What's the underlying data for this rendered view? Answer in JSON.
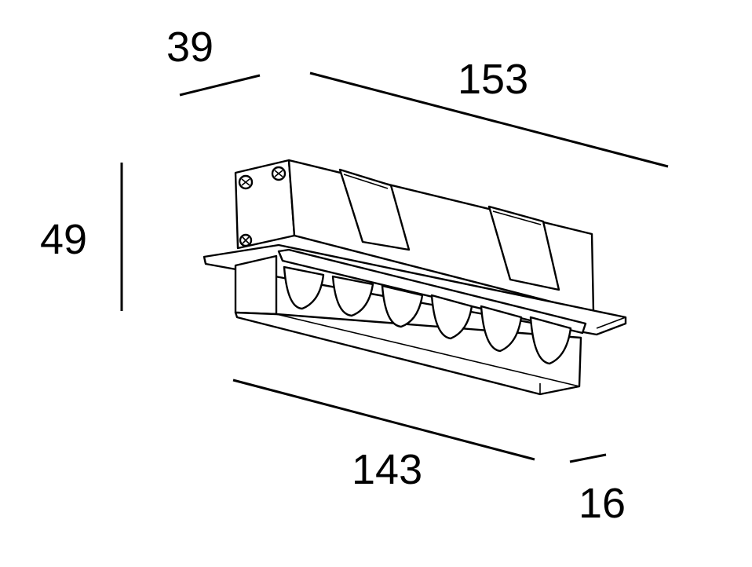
{
  "dimensions": {
    "depth_top": "39",
    "length_top": "153",
    "height": "49",
    "length_bottom": "143",
    "depth_bottom": "16"
  },
  "drawing": {
    "line_color": "#000000",
    "background": "#ffffff",
    "led_count": 6,
    "screw_count": 3
  }
}
